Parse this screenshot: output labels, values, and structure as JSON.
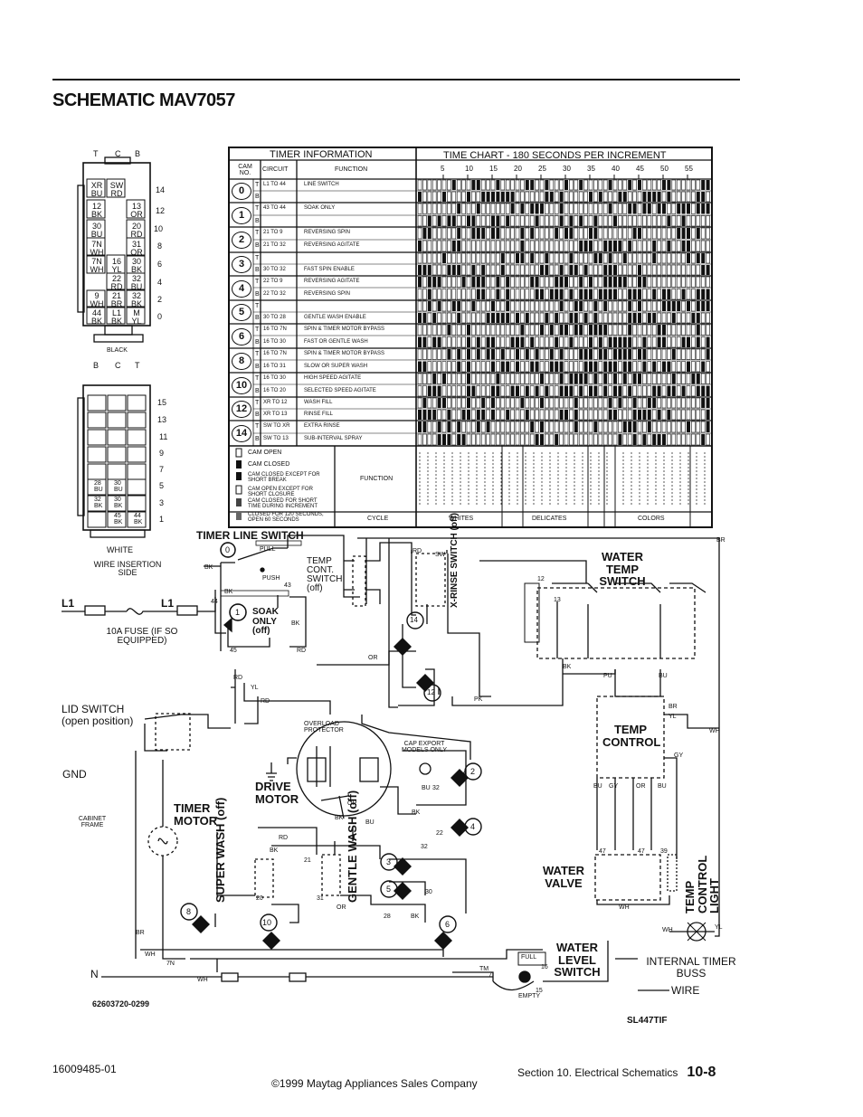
{
  "header": {
    "title": "SCHEMATIC MAV7057"
  },
  "connector_top": {
    "letters": [
      "T",
      "C",
      "B"
    ],
    "cells": [
      [
        "XR BU",
        "SW RD"
      ],
      [
        "12 BK",
        "13 OR"
      ],
      [
        "30 BU",
        "20 RD"
      ],
      [
        "7N WH",
        "31 OR"
      ],
      [
        "7N WH",
        "16 YL",
        "30 BK"
      ],
      [
        "22 RD",
        "32 BU"
      ],
      [
        "9 WH",
        "21 BR",
        "32 BK"
      ],
      [
        "44 BK",
        "L1 BK",
        "M YL"
      ]
    ],
    "row_numbers": [
      "14",
      "12",
      "10",
      "8",
      "6",
      "4",
      "2",
      "0"
    ],
    "color_label": "BLACK"
  },
  "connector_bottom": {
    "letters": [
      "B",
      "C",
      "T"
    ],
    "row_numbers": [
      "15",
      "13",
      "11",
      "9",
      "7",
      "5",
      "3",
      "1"
    ],
    "cells": [
      "28 BU",
      "30 BU",
      "32 BK",
      "30 BK",
      "45 BK",
      "44 BK"
    ],
    "color_label": "WHITE",
    "insertion_label": "WIRE INSERTION SIDE"
  },
  "timer_table": {
    "title_left": "TIMER INFORMATION",
    "title_right": "TIME CHART - 180 SECONDS PER INCREMENT",
    "col_cam": "CAM NO.",
    "col_circuit": "CIRCUIT",
    "col_function": "FUNCTION",
    "time_ticks": [
      "5",
      "10",
      "15",
      "20",
      "25",
      "30",
      "35",
      "40",
      "45",
      "50",
      "55"
    ],
    "rows": [
      {
        "cam": "0",
        "t": "L1 TO 44",
        "t_func": "LINE SWITCH",
        "b": "",
        "b_func": ""
      },
      {
        "cam": "1",
        "t": "43 TO 44",
        "t_func": "SOAK ONLY",
        "b": "",
        "b_func": ""
      },
      {
        "cam": "2",
        "t": "21 TO 9",
        "t_func": "REVERSING SPIN",
        "b": "21 TO 32",
        "b_func": "REVERSING AGITATE"
      },
      {
        "cam": "3",
        "t": "",
        "t_func": "",
        "b": "30 TO 32",
        "b_func": "FAST SPIN ENABLE"
      },
      {
        "cam": "4",
        "t": "22 TO 9",
        "t_func": "REVERSING AGITATE",
        "b": "22 TO 32",
        "b_func": "REVERSING SPIN"
      },
      {
        "cam": "5",
        "t": "",
        "t_func": "",
        "b": "30 TO 28",
        "b_func": "GENTLE WASH ENABLE"
      },
      {
        "cam": "6",
        "t": "16 TO 7N",
        "t_func": "SPIN & TIMER MOTOR BYPASS",
        "b": "16 TO 30",
        "b_func": "FAST OR GENTLE WASH"
      },
      {
        "cam": "8",
        "t": "16 TO 7N",
        "t_func": "SPIN & TIMER MOTOR BYPASS",
        "b": "16 TO 31",
        "b_func": "SLOW OR SUPER WASH"
      },
      {
        "cam": "10",
        "t": "16 TO 30",
        "t_func": "HIGH SPEED AGITATE",
        "b": "16 TO 20",
        "b_func": "SELECTED SPEED AGITATE"
      },
      {
        "cam": "12",
        "t": "XR TO 12",
        "t_func": "WASH FILL",
        "b": "XR TO 13",
        "b_func": "RINSE FILL"
      },
      {
        "cam": "14",
        "t": "SW TO XR",
        "t_func": "EXTRA RINSE",
        "b": "SW TO 13",
        "b_func": "SUB-INTERVAL SPRAY"
      }
    ],
    "legend": [
      "CAM OPEN",
      "CAM CLOSED",
      "CAM CLOSED EXCEPT FOR SHORT BREAK",
      "CAM OPEN EXCEPT FOR SHORT CLOSURE",
      "CAM CLOSED FOR SHORT TIME DURING INCREMENT",
      "CLOSED FOR 120 SECONDS, OPEN 60 SECONDS"
    ],
    "footer_function": "FUNCTION",
    "footer_cycle": "CYCLE",
    "cycles": [
      "WHITES",
      "DELICATES",
      "COLORS"
    ]
  },
  "schematic": {
    "timer_line_switch": "TIMER LINE SWITCH",
    "pull": "PULL",
    "push": "PUSH",
    "temp_cont_switch": "TEMP CONT. SWITCH (off)",
    "x_rinse_switch": "X-RINSE SWITCH (off)",
    "water_temp_switch": "WATER TEMP SWITCH",
    "soak_only": "SOAK ONLY (off)",
    "fuse_label": "10A FUSE (IF SO EQUIPPED)",
    "l1": "L1",
    "lid_switch": "LID SWITCH (open position)",
    "gnd": "GND",
    "cabinet_frame": "CABINET FRAME",
    "overload_protector": "OVERLOAD PROTECTOR",
    "cap_export": "CAP EXPORT MODELS ONLY",
    "drive_motor": "DRIVE MOTOR",
    "timer_motor": "TIMER MOTOR",
    "super_wash": "SUPER WASH (off)",
    "gentle_wash": "GENTLE WASH (off)",
    "temp_control": "TEMP CONTROL",
    "water_valve": "WATER VALVE",
    "temp_control_light": "TEMP CONTROL LIGHT",
    "water_level_switch": "WATER LEVEL SWITCH",
    "full": "FULL",
    "empty": "EMPTY",
    "internal_timer_buss": "INTERNAL TIMER BUSS",
    "wire": "WIRE",
    "n": "N",
    "part_number": "62603720-0299",
    "drawing_code": "SL447TIF",
    "cam_labels": [
      "0",
      "1",
      "14",
      "12",
      "2",
      "4",
      "3",
      "5",
      "6",
      "8",
      "10"
    ],
    "wire_labels": [
      "BR",
      "RD",
      "SW",
      "BK",
      "BK",
      "44",
      "43",
      "BK",
      "45",
      "RD",
      "RD",
      "YL",
      "RD",
      "OR",
      "PK",
      "PU",
      "BU",
      "12",
      "13",
      "BK",
      "BR",
      "YL",
      "WH",
      "GY",
      "GY",
      "OR",
      "BU",
      "BU",
      "47",
      "47",
      "39",
      "WH",
      "WH",
      "YL",
      "7N",
      "WH",
      "WH",
      "TM",
      "BR",
      "OR",
      "BK",
      "BK",
      "BU",
      "BU",
      "OR",
      "RD",
      "BK",
      "32",
      "32",
      "22",
      "20",
      "21",
      "9",
      "28",
      "30",
      "31",
      "BK",
      "15",
      "16",
      "7"
    ]
  },
  "footer": {
    "doc_number": "16009485-01",
    "copyright": "©1999 Maytag Appliances Sales Company",
    "section": "Section 10.  Electrical Schematics",
    "page": "10-8"
  }
}
